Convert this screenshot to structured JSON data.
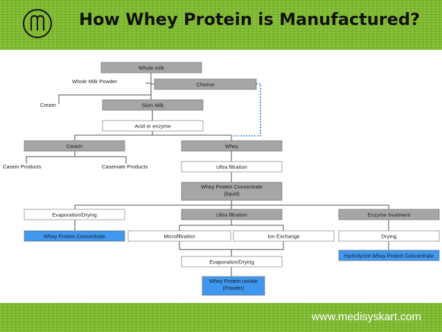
{
  "header": {
    "title": "How Whey Protein is Manufactured?",
    "logo_icon": "m-circle-logo-icon"
  },
  "footer": {
    "website": "www.medisyskart.com"
  },
  "colors": {
    "band_green": "#7fbd2c",
    "gray_box": "#a6a6a6",
    "blue_box": "#3f97f0",
    "connector": "#4a4a4a",
    "dotted_link": "#1e78d8"
  },
  "diagram": {
    "nodes": [
      {
        "id": "whole-milk",
        "label": "Whole milk",
        "style": "gray"
      },
      {
        "id": "whole-milk-powder",
        "label": "Whole Milk Powder",
        "style": "plain"
      },
      {
        "id": "cheese",
        "label": "Cheese",
        "style": "gray"
      },
      {
        "id": "cream",
        "label": "Cream",
        "style": "plain"
      },
      {
        "id": "skim-milk",
        "label": "Skim Milk",
        "style": "gray"
      },
      {
        "id": "acid-enzyme",
        "label": "Acid or enzyme",
        "style": "white"
      },
      {
        "id": "casein",
        "label": "Casein",
        "style": "gray"
      },
      {
        "id": "whey",
        "label": "Whey",
        "style": "gray"
      },
      {
        "id": "casein-products",
        "label": "Casein Products",
        "style": "plain"
      },
      {
        "id": "caseinate-products",
        "label": "Caseinate Products",
        "style": "plain"
      },
      {
        "id": "ultra-filtration-1",
        "label": "Ultra filtration",
        "style": "white"
      },
      {
        "id": "wpc-liquid",
        "label": [
          "Whey Protein Concentrate",
          "(liquid)"
        ],
        "style": "gray"
      },
      {
        "id": "evap-drying-1",
        "label": "Evaporation/Drying",
        "style": "white"
      },
      {
        "id": "ultra-filtration-2",
        "label": "Ultra filtration",
        "style": "gray"
      },
      {
        "id": "enzyme-treatment",
        "label": "Enzyme treatment",
        "style": "gray"
      },
      {
        "id": "wpc",
        "label": "Whey Protein Concentrate",
        "style": "blue"
      },
      {
        "id": "microfiltration",
        "label": "Microfiltration",
        "style": "white"
      },
      {
        "id": "ion-exchange",
        "label": "Ion Exchange",
        "style": "white"
      },
      {
        "id": "drying",
        "label": "Drying",
        "style": "white"
      },
      {
        "id": "evap-drying-2",
        "label": "Evaporation/Drying",
        "style": "white"
      },
      {
        "id": "hwpc",
        "label": "Hydrolyzed Whey Protein Concentrate",
        "style": "blue"
      },
      {
        "id": "wpi",
        "label": [
          "Whey Protein Isolate",
          "(Powder)"
        ],
        "style": "blue"
      }
    ]
  }
}
